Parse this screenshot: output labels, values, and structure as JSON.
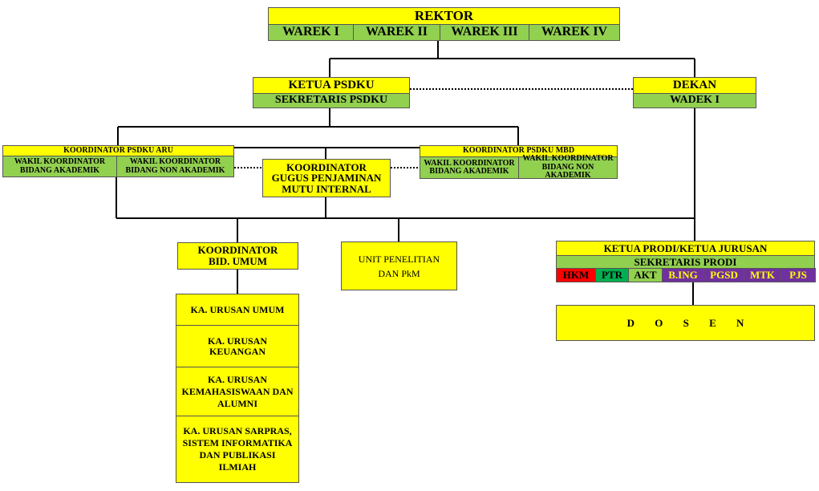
{
  "rektor": {
    "title": "REKTOR",
    "wareks": [
      "WAREK I",
      "WAREK II",
      "WAREK III",
      "WAREK IV"
    ]
  },
  "psdku": {
    "ketua": "KETUA PSDKU",
    "sekretaris": "SEKRETARIS PSDKU"
  },
  "dekan": {
    "title": "DEKAN",
    "wadek": "WADEK I"
  },
  "aru": {
    "title": "KOORDINATOR PSDKU ARU",
    "wakil_akademik": "WAKIL KOORDINATOR BIDANG AKADEMIK",
    "wakil_non_akademik": "WAKIL KOORDINATOR BIDANG NON AKADEMIK"
  },
  "mbd": {
    "title": "KOORDINATOR PSDKU MBD",
    "wakil_akademik": "WAKIL KOORDINATOR BIDANG AKADEMIK",
    "wakil_non_akademik": "WAKIL KOORDINATOR BIDANG NON AKADEMIK"
  },
  "gugus": "KOORDINATOR GUGUS PENJAMINAN MUTU INTERNAL",
  "bid_umum": "KOORDINATOR BID. UMUM",
  "unit_penelitian": "UNIT PENELITIAN DAN PkM",
  "urusan": [
    "KA. URUSAN UMUM",
    "KA. URUSAN KEUANGAN",
    "KA. URUSAN KEMAHASISWAAN DAN ALUMNI",
    "KA. URUSAN SARPRAS, SISTEM INFORMATIKA DAN PUBLIKASI ILMIAH"
  ],
  "prodi": {
    "ketua": "KETUA PRODI/KETUA JURUSAN",
    "sekretaris": "SEKRETARIS PRODI",
    "list": [
      {
        "label": "HKM",
        "bg": "#ff0000",
        "fg": "#000000"
      },
      {
        "label": "PTR",
        "bg": "#00b050",
        "fg": "#000000"
      },
      {
        "label": "AKT",
        "bg": "#92d050",
        "fg": "#000000"
      },
      {
        "label": "B.ING",
        "bg": "#7030a0",
        "fg": "#ffff00"
      },
      {
        "label": "PGSD",
        "bg": "#7030a0",
        "fg": "#ffff00"
      },
      {
        "label": "MTK",
        "bg": "#7030a0",
        "fg": "#ffff00"
      },
      {
        "label": "PJS",
        "bg": "#7030a0",
        "fg": "#ffff00"
      }
    ]
  },
  "dosen": "D O S E N"
}
